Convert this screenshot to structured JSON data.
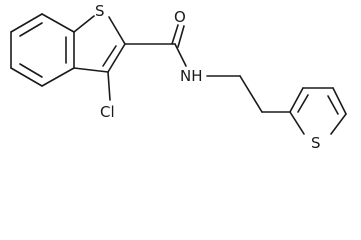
{
  "molecule": {
    "atoms": {
      "s_benzothiophene": "S",
      "carbonyl_o": "O",
      "amide_n": "NH",
      "chlorine": "Cl",
      "s_thiophene": "S"
    }
  }
}
